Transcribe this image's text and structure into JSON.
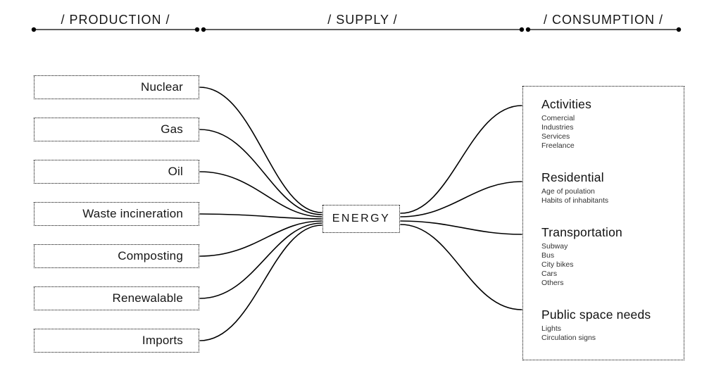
{
  "header": {
    "sections": [
      {
        "label": "/ PRODUCTION /"
      },
      {
        "label": "/ SUPPLY /"
      },
      {
        "label": "/ CONSUMPTION /"
      }
    ]
  },
  "production": {
    "items": [
      "Nuclear",
      "Gas",
      "Oil",
      "Waste incineration",
      "Composting",
      "Renewalable",
      "Imports"
    ]
  },
  "supply": {
    "label": "ENERGY"
  },
  "consumption": {
    "groups": [
      {
        "title": "Activities",
        "items": [
          "Comercial",
          "Industries",
          "Services",
          "Freelance"
        ]
      },
      {
        "title": "Residential",
        "items": [
          "Age of poulation",
          "Habits of inhabitants"
        ]
      },
      {
        "title": "Transportation",
        "items": [
          "Subway",
          "Bus",
          "City bikes",
          "Cars",
          "Others"
        ]
      },
      {
        "title": "Public space needs",
        "items": [
          "Lights",
          "Circulation signs"
        ]
      }
    ]
  },
  "colors": {
    "line": "#000000",
    "text": "#161616"
  }
}
